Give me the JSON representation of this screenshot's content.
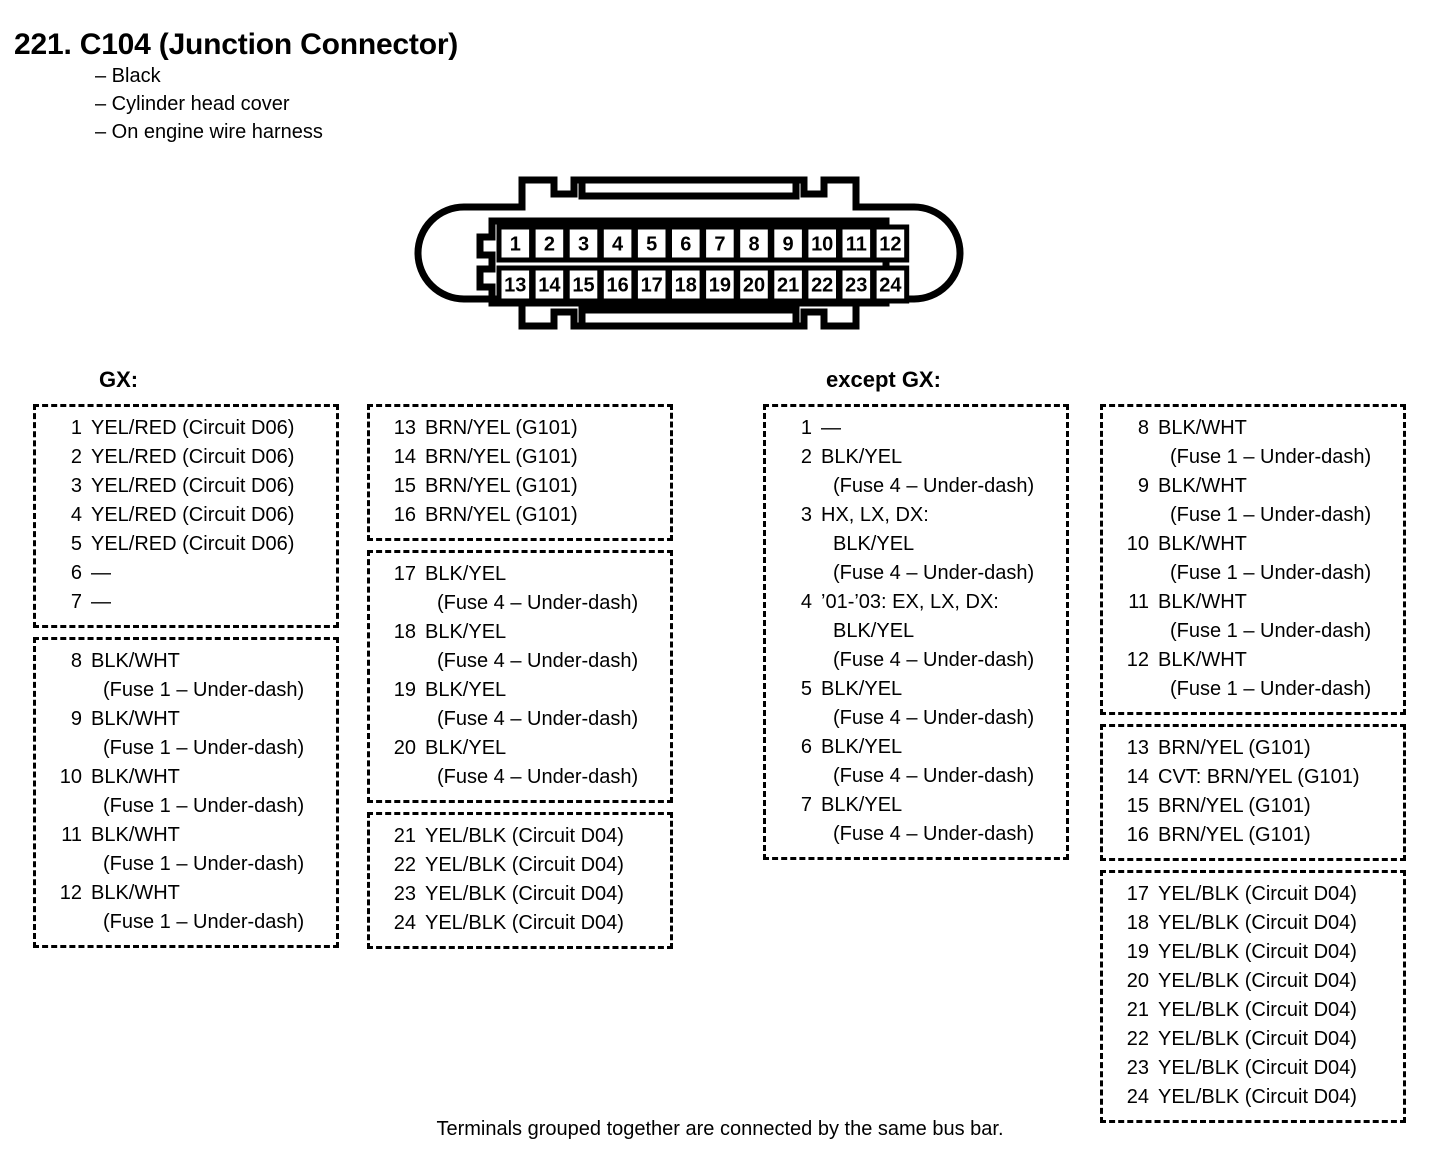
{
  "document": {
    "title": "221. C104 (Junction Connector)",
    "bullets": [
      "– Black",
      "– Cylinder head cover",
      "– On engine wire harness"
    ],
    "footer_note": "Terminals grouped together are connected by the same bus bar."
  },
  "connector": {
    "name": "C104",
    "cavity_count": 24,
    "rows": [
      [
        "1",
        "2",
        "3",
        "4",
        "5",
        "6",
        "7",
        "8",
        "9",
        "10",
        "11",
        "12"
      ],
      [
        "13",
        "14",
        "15",
        "16",
        "17",
        "18",
        "19",
        "20",
        "21",
        "22",
        "23",
        "24"
      ]
    ],
    "outline_color": "#000000",
    "cavity_fill": "#ffffff"
  },
  "sections": {
    "gx": {
      "heading": "GX:"
    },
    "except_gx": {
      "heading": "except GX:"
    }
  },
  "columns": [
    {
      "id": "col-1",
      "section": "gx",
      "groups": [
        {
          "pins": [
            {
              "num": "1",
              "lines": [
                "YEL/RED (Circuit D06)"
              ]
            },
            {
              "num": "2",
              "lines": [
                "YEL/RED (Circuit D06)"
              ]
            },
            {
              "num": "3",
              "lines": [
                "YEL/RED (Circuit D06)"
              ]
            },
            {
              "num": "4",
              "lines": [
                "YEL/RED (Circuit D06)"
              ]
            },
            {
              "num": "5",
              "lines": [
                "YEL/RED (Circuit D06)"
              ]
            },
            {
              "num": "6",
              "lines": [
                "—"
              ]
            },
            {
              "num": "7",
              "lines": [
                "—"
              ]
            }
          ]
        },
        {
          "pins": [
            {
              "num": "8",
              "lines": [
                "BLK/WHT",
                "(Fuse 1 – Under-dash)"
              ]
            },
            {
              "num": "9",
              "lines": [
                "BLK/WHT",
                "(Fuse 1 – Under-dash)"
              ]
            },
            {
              "num": "10",
              "lines": [
                "BLK/WHT",
                "(Fuse 1 – Under-dash)"
              ]
            },
            {
              "num": "11",
              "lines": [
                "BLK/WHT",
                "(Fuse 1 – Under-dash)"
              ]
            },
            {
              "num": "12",
              "lines": [
                "BLK/WHT",
                "(Fuse 1 – Under-dash)"
              ]
            }
          ]
        }
      ]
    },
    {
      "id": "col-2",
      "section": "gx",
      "groups": [
        {
          "pins": [
            {
              "num": "13",
              "lines": [
                "BRN/YEL (G101)"
              ]
            },
            {
              "num": "14",
              "lines": [
                "BRN/YEL (G101)"
              ]
            },
            {
              "num": "15",
              "lines": [
                "BRN/YEL (G101)"
              ]
            },
            {
              "num": "16",
              "lines": [
                "BRN/YEL (G101)"
              ]
            }
          ]
        },
        {
          "pins": [
            {
              "num": "17",
              "lines": [
                "BLK/YEL",
                "(Fuse 4 – Under-dash)"
              ]
            },
            {
              "num": "18",
              "lines": [
                "BLK/YEL",
                "(Fuse 4 – Under-dash)"
              ]
            },
            {
              "num": "19",
              "lines": [
                "BLK/YEL",
                "(Fuse 4 – Under-dash)"
              ]
            },
            {
              "num": "20",
              "lines": [
                "BLK/YEL",
                "(Fuse 4 – Under-dash)"
              ]
            }
          ]
        },
        {
          "pins": [
            {
              "num": "21",
              "lines": [
                "YEL/BLK (Circuit D04)"
              ]
            },
            {
              "num": "22",
              "lines": [
                "YEL/BLK (Circuit D04)"
              ]
            },
            {
              "num": "23",
              "lines": [
                "YEL/BLK (Circuit D04)"
              ]
            },
            {
              "num": "24",
              "lines": [
                "YEL/BLK (Circuit D04)"
              ]
            }
          ]
        }
      ]
    },
    {
      "id": "col-3",
      "section": "except_gx",
      "groups": [
        {
          "pins": [
            {
              "num": "1",
              "lines": [
                "—"
              ]
            },
            {
              "num": "2",
              "lines": [
                "BLK/YEL",
                "(Fuse 4 – Under-dash)"
              ]
            },
            {
              "num": "3",
              "lines": [
                "HX, LX, DX:",
                "BLK/YEL",
                "(Fuse 4 – Under-dash)"
              ]
            },
            {
              "num": "4",
              "lines": [
                "’01-’03: EX, LX, DX:",
                "BLK/YEL",
                "(Fuse 4 – Under-dash)"
              ]
            },
            {
              "num": "5",
              "lines": [
                "BLK/YEL",
                "(Fuse 4 – Under-dash)"
              ]
            },
            {
              "num": "6",
              "lines": [
                "BLK/YEL",
                "(Fuse 4 – Under-dash)"
              ]
            },
            {
              "num": "7",
              "lines": [
                "BLK/YEL",
                "(Fuse 4 – Under-dash)"
              ]
            }
          ]
        }
      ]
    },
    {
      "id": "col-4",
      "section": "except_gx",
      "groups": [
        {
          "pins": [
            {
              "num": "8",
              "lines": [
                "BLK/WHT",
                "(Fuse 1 – Under-dash)"
              ]
            },
            {
              "num": "9",
              "lines": [
                "BLK/WHT",
                "(Fuse 1 – Under-dash)"
              ]
            },
            {
              "num": "10",
              "lines": [
                "BLK/WHT",
                "(Fuse 1 – Under-dash)"
              ]
            },
            {
              "num": "11",
              "lines": [
                "BLK/WHT",
                "(Fuse 1 – Under-dash)"
              ]
            },
            {
              "num": "12",
              "lines": [
                "BLK/WHT",
                "(Fuse 1 – Under-dash)"
              ]
            }
          ]
        },
        {
          "pins": [
            {
              "num": "13",
              "lines": [
                "BRN/YEL (G101)"
              ]
            },
            {
              "num": "14",
              "lines": [
                "CVT: BRN/YEL (G101)"
              ]
            },
            {
              "num": "15",
              "lines": [
                "BRN/YEL (G101)"
              ]
            },
            {
              "num": "16",
              "lines": [
                "BRN/YEL (G101)"
              ]
            }
          ]
        },
        {
          "pins": [
            {
              "num": "17",
              "lines": [
                "YEL/BLK (Circuit D04)"
              ]
            },
            {
              "num": "18",
              "lines": [
                "YEL/BLK (Circuit D04)"
              ]
            },
            {
              "num": "19",
              "lines": [
                "YEL/BLK (Circuit D04)"
              ]
            },
            {
              "num": "20",
              "lines": [
                "YEL/BLK (Circuit D04)"
              ]
            },
            {
              "num": "21",
              "lines": [
                "YEL/BLK (Circuit D04)"
              ]
            },
            {
              "num": "22",
              "lines": [
                "YEL/BLK (Circuit D04)"
              ]
            },
            {
              "num": "23",
              "lines": [
                "YEL/BLK (Circuit D04)"
              ]
            },
            {
              "num": "24",
              "lines": [
                "YEL/BLK (Circuit D04)"
              ]
            }
          ]
        }
      ]
    }
  ]
}
